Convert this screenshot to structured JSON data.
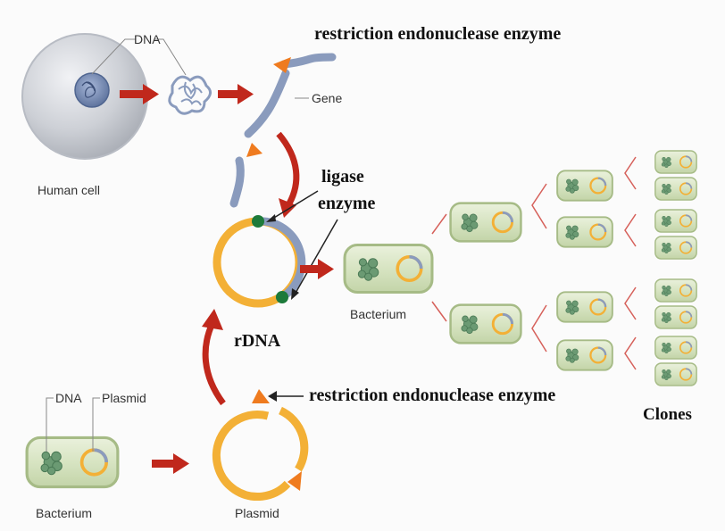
{
  "labels": {
    "dna_top": "DNA",
    "human_cell": "Human cell",
    "gene": "Gene",
    "restriction_top": "restriction endonuclease enzyme",
    "ligase_line1": "ligase",
    "ligase_line2": "enzyme",
    "rdna": "rDNA",
    "bacterium_center": "Bacterium",
    "dna_bottom": "DNA",
    "plasmid_top": "Plasmid",
    "bacterium_bottom": "Bacterium",
    "plasmid_bottom": "Plasmid",
    "restriction_bottom": "restriction endonuclease enzyme",
    "clones": "Clones"
  },
  "colors": {
    "arrow_red": "#c0281c",
    "plasmid_orange": "#f3b036",
    "dna_blue": "#8a9bbd",
    "bacterium_fill": "#d8e4c4",
    "bacterium_border": "#a6bb86",
    "ligase_green": "#1d7a3a",
    "cell_grey": "#c9ccd3",
    "cut_marker": "#ef7b1f"
  }
}
